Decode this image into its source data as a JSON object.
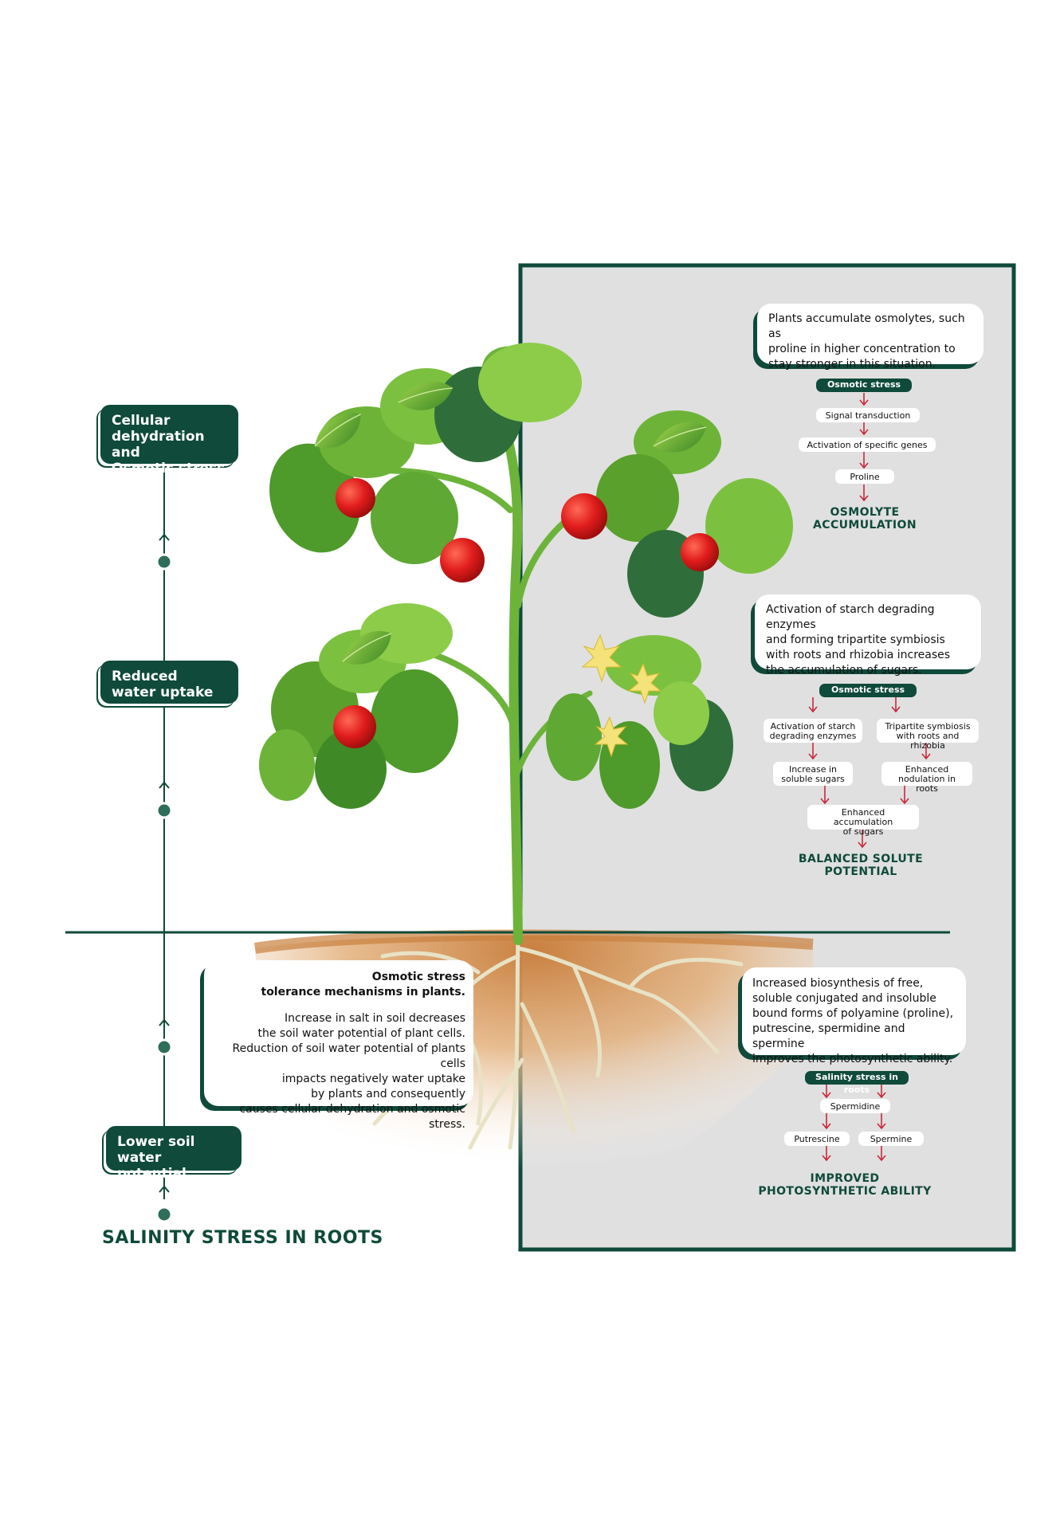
{
  "title": "SALINITY STRESS IN ROOTS",
  "stages": [
    {
      "id": "cellular",
      "label": "Cellular dehydration and Osmotic stress",
      "lines": [
        "Cellular",
        "dehydration and",
        "Osmotic stress"
      ]
    },
    {
      "id": "reduced",
      "label": "Reduced water uptake",
      "lines": [
        "Reduced",
        "water uptake"
      ]
    },
    {
      "id": "lower",
      "label": "Lower soil water potential",
      "lines": [
        "Lower soil",
        "water potential"
      ]
    }
  ],
  "soil_callout": {
    "heading": [
      "Osmotic stress",
      "tolerance mechanisms in plants."
    ],
    "body": [
      "Increase in salt in soil decreases",
      "the soil water potential of plant cells.",
      "Reduction of soil water potential of plants cells",
      "impacts negatively water uptake",
      "by plants and consequently",
      "causes cellular dehydration and osmotic stress."
    ]
  },
  "panel1": {
    "description": [
      "Plants accumulate osmolytes, such as",
      "proline in higher concentration to",
      "stay stronger in this situation."
    ],
    "trigger": "Osmotic stress",
    "steps": [
      "Signal transduction",
      "Activation of specific genes",
      "Proline"
    ],
    "outcome": [
      "OSMOLYTE",
      "ACCUMULATION"
    ]
  },
  "panel2": {
    "description": [
      "Activation of starch degrading enzymes",
      "and forming tripartite symbiosis",
      "with roots and rhizobia increases",
      "the accumulation of sugars."
    ],
    "trigger": "Osmotic stress",
    "left_branch": [
      [
        "Activation of starch",
        "degrading enzymes"
      ],
      [
        "Increase in",
        "soluble sugars"
      ]
    ],
    "right_branch": [
      [
        "Tripartite symbiosis",
        "with roots and rhizobia"
      ],
      [
        "Enhanced",
        "nodulation in roots"
      ]
    ],
    "merge": [
      "Enhanced accumulation",
      "of sugars"
    ],
    "outcome": [
      "BALANCED SOLUTE",
      "POTENTIAL"
    ]
  },
  "panel3": {
    "description": [
      "Increased biosynthesis of free,",
      "soluble conjugated and insoluble",
      "bound forms of polyamine (proline),",
      "putrescine, spermidine and spermine",
      "improves the photosynthetic ability."
    ],
    "trigger": "Salinity stress in roots",
    "middle": "Spermidine",
    "left": "Putrescine",
    "right": "Spermine",
    "outcome": [
      "IMPROVED",
      "PHOTOSYNTHETIC ABILITY"
    ]
  },
  "colors": {
    "dark_green": "#0f4a3a",
    "panel_gray": "#e0e0e0",
    "arrow_red": "#c8283c",
    "leaf_green": "#5aa02c",
    "tomato_red": "#d81e1e",
    "soil": "#d99a5a"
  }
}
